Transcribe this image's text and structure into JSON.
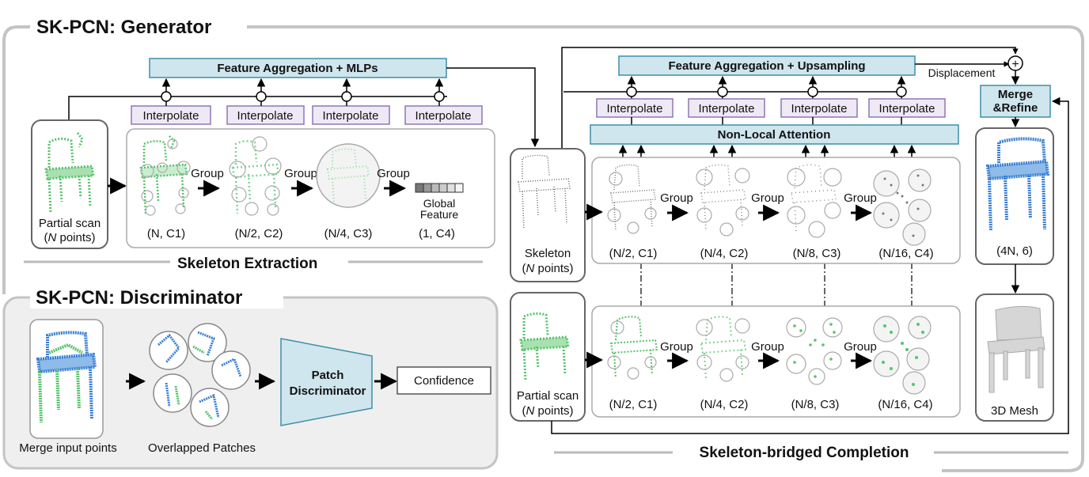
{
  "generator": {
    "title": "SK-PCN: Generator",
    "feature_agg_mlps": "Feature Aggregation + MLPs",
    "interpolate": "Interpolate",
    "partial_scan": "Partial scan",
    "n_points": "(N points)",
    "group": "Group",
    "global_feature_line1": "Global",
    "global_feature_line2": "Feature",
    "dims": [
      "(N, C1)",
      "(N/2, C2)",
      "(N/4, C3)",
      "(1, C4)"
    ],
    "skeleton_extraction": "Skeleton Extraction"
  },
  "completion": {
    "feature_agg_upsampling": "Feature Aggregation + Upsampling",
    "displacement": "Displacement",
    "merge_refine_line1": "Merge",
    "merge_refine_line2": "&Refine",
    "non_local_attention": "Non-Local Attention",
    "interpolate": "Interpolate",
    "skeleton": "Skeleton",
    "n_points": "(N points)",
    "partial_scan": "Partial scan",
    "group": "Group",
    "dims_top": [
      "(N/2, C1)",
      "(N/4, C2)",
      "(N/8, C3)",
      "(N/16, C4)"
    ],
    "dims_bottom": [
      "(N/2, C1)",
      "(N/4, C2)",
      "(N/8, C3)",
      "(N/16, C4)"
    ],
    "output_dim": "(4N, 6)",
    "mesh_label": "3D Mesh",
    "skeleton_bridged": "Skeleton-bridged Completion",
    "plus": "+"
  },
  "discriminator": {
    "title": "SK-PCN: Discriminator",
    "merge_input": "Merge input points",
    "overlapped": "Overlapped Patches",
    "patch_line1": "Patch",
    "patch_line2": "Discriminator",
    "confidence": "Confidence"
  },
  "colors": {
    "blue_box_fill": "#cfe6ee",
    "blue_box_stroke": "#3f8fa6",
    "lavender_fill": "#efe9f6",
    "lavender_stroke": "#8e77b3",
    "green_points": "#55c46a",
    "blue_points": "#3a7fd5",
    "gray_points": "#6b6b6b"
  }
}
